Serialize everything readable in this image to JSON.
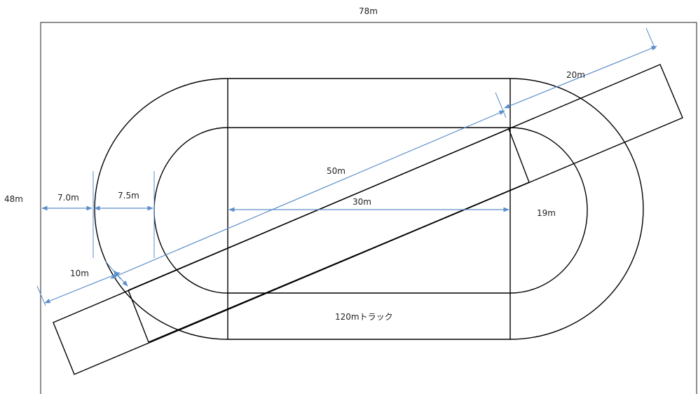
{
  "colors": {
    "line": "#000000",
    "dimension": "#5b8ec9",
    "text": "#222222",
    "background": "#ffffff"
  },
  "labels": {
    "field_width": "78m",
    "field_height": "48m",
    "margin_left": "7.0m",
    "lane_width": "7.5m",
    "infield_length": "30m",
    "diagonal_length": "50m",
    "diagonal_extension": "20m",
    "strip_width": "10m",
    "infield_height": "19m",
    "track_name": "120mトラック"
  }
}
